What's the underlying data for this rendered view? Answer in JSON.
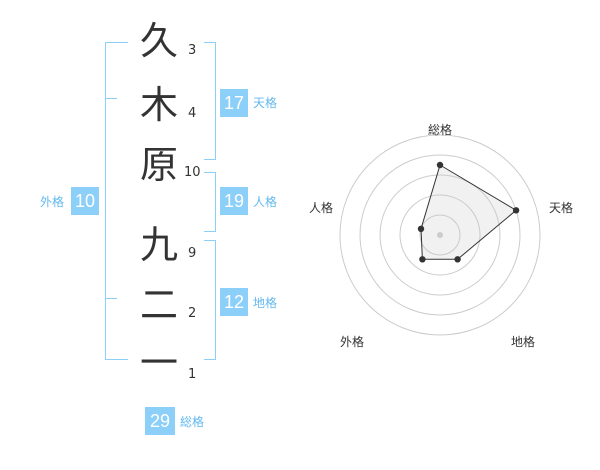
{
  "name": {
    "characters": [
      {
        "char": "久",
        "strokes": "3"
      },
      {
        "char": "木",
        "strokes": "4"
      },
      {
        "char": "原",
        "strokes": "10"
      },
      {
        "char": "九",
        "strokes": "9"
      },
      {
        "char": "二",
        "strokes": "2"
      },
      {
        "char": "一",
        "strokes": "1"
      }
    ]
  },
  "fortunes": {
    "tenkaku": {
      "label": "天格",
      "value": "17"
    },
    "jinkaku": {
      "label": "人格",
      "value": "19"
    },
    "chikaku": {
      "label": "地格",
      "value": "12"
    },
    "gaikaku": {
      "label": "外格",
      "value": "10"
    },
    "soukaku": {
      "label": "総格",
      "value": "29"
    }
  },
  "colors": {
    "accent": "#8ccff8",
    "accent_text": "#62b9f0",
    "text": "#333333"
  },
  "chart_data": {
    "type": "radar",
    "axes": [
      "総格",
      "天格",
      "地格",
      "外格",
      "人格"
    ],
    "values": [
      3.5,
      4.0,
      1.5,
      1.5,
      1.0
    ],
    "rmax": 5,
    "rings": 5,
    "center_marker": true
  }
}
